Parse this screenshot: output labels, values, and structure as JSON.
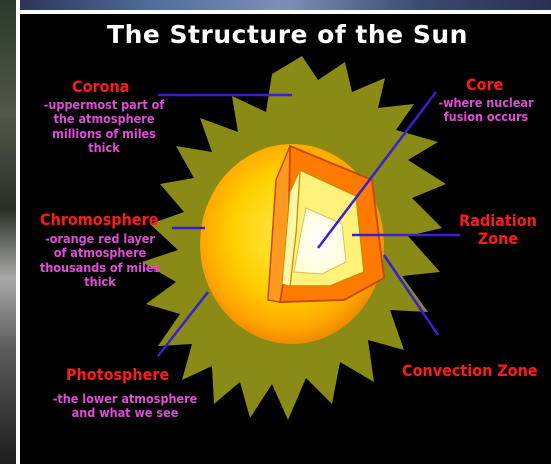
{
  "title": "The Structure of the Sun",
  "labels": {
    "corona": {
      "name": "Corona",
      "lines": [
        "-uppermost part of",
        "the atmosphere",
        "millions of miles",
        "thick"
      ]
    },
    "chromosphere": {
      "name": "Chromosphere",
      "lines": [
        "-orange red layer",
        "of atmosphere",
        "thousands of miles",
        "thick"
      ]
    },
    "photosphere": {
      "name": "Photosphere",
      "lines": [
        "-the lower atmosphere",
        "and what we see"
      ]
    },
    "core": {
      "name": "Core",
      "lines": [
        "-where nuclear",
        "fusion occurs"
      ]
    },
    "radiation": {
      "name_lines": [
        "Radiation",
        "Zone"
      ]
    },
    "convection": {
      "name": "Convection Zone"
    }
  },
  "colors": {
    "background": "#000000",
    "corona_fill": "#8a8a16",
    "photosphere_fill": "#ffb300",
    "convection_fill": "#ff7a00",
    "radiation_fill": "#ffee66",
    "core_fill": "#ffffff",
    "heading_text": "#ff1a1a",
    "description_text": "#e04bd8",
    "pointer_line": "#3a1fd1"
  }
}
